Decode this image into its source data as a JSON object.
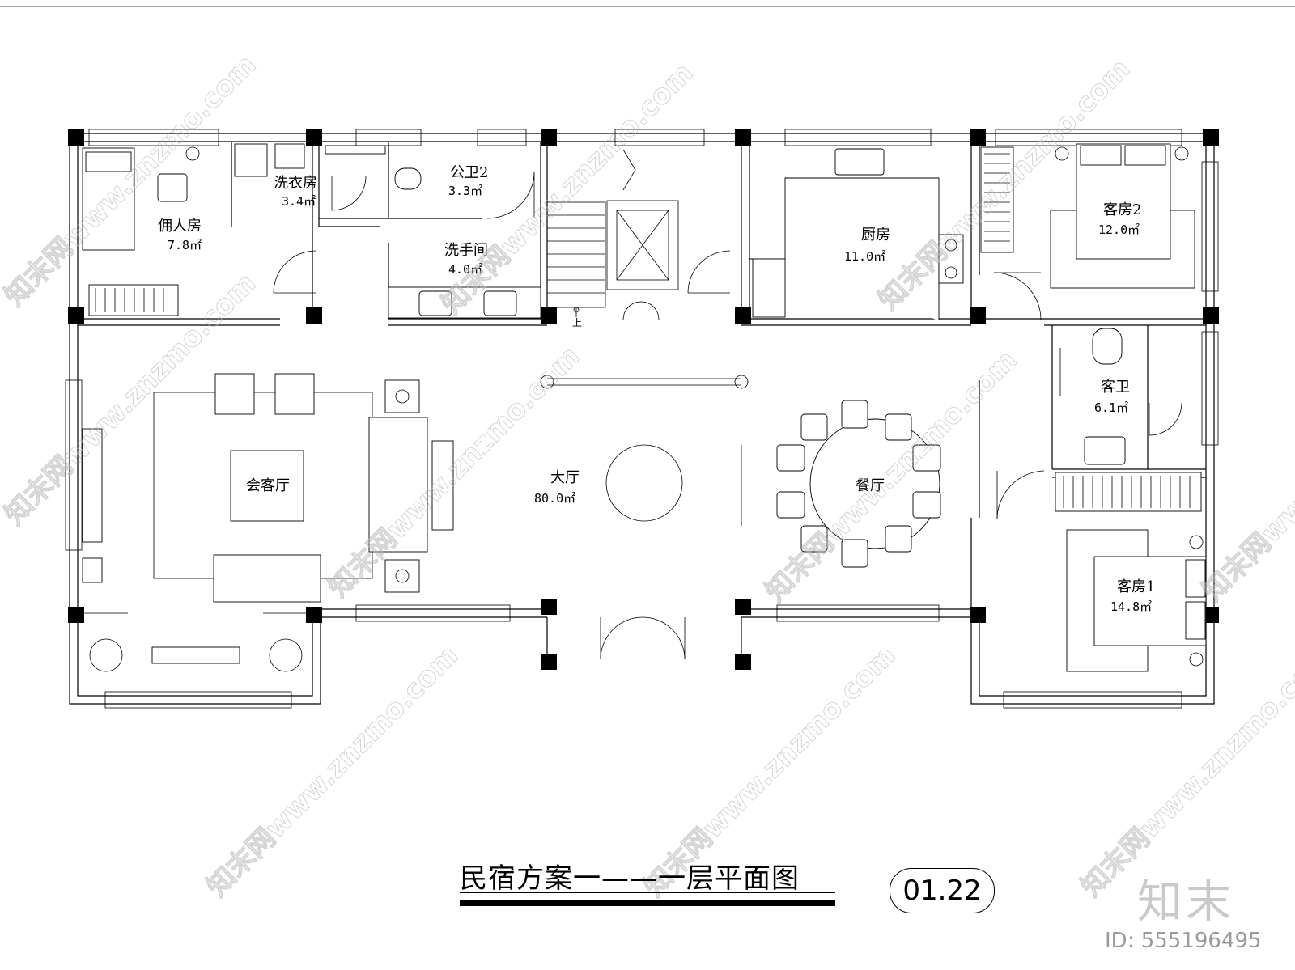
{
  "rooms": {
    "servant": {
      "name": "佣人房",
      "area": "7.8㎡"
    },
    "laundry": {
      "name": "洗衣房",
      "area": "3.4㎡"
    },
    "public_wc2": {
      "name": "公卫2",
      "area": "3.3㎡"
    },
    "washroom": {
      "name": "洗手间",
      "area": "4.0㎡"
    },
    "kitchen": {
      "name": "厨房",
      "area": "11.0㎡"
    },
    "guest2": {
      "name": "客房2",
      "area": "12.0㎡"
    },
    "guest_wc": {
      "name": "客卫",
      "area": "6.1㎡"
    },
    "guest1": {
      "name": "客房1",
      "area": "14.8㎡"
    },
    "living": {
      "name": "会客厅"
    },
    "hall": {
      "name": "大厅",
      "area": "80.0㎡"
    },
    "dining": {
      "name": "餐厅"
    }
  },
  "stair_label": "上",
  "drawing_title": "民宿方案一——一层平面图",
  "sheet_number": "01.22",
  "watermark": {
    "text": "知末网www.znzmo.com",
    "brand": "知末",
    "id": "ID: 555196495"
  }
}
